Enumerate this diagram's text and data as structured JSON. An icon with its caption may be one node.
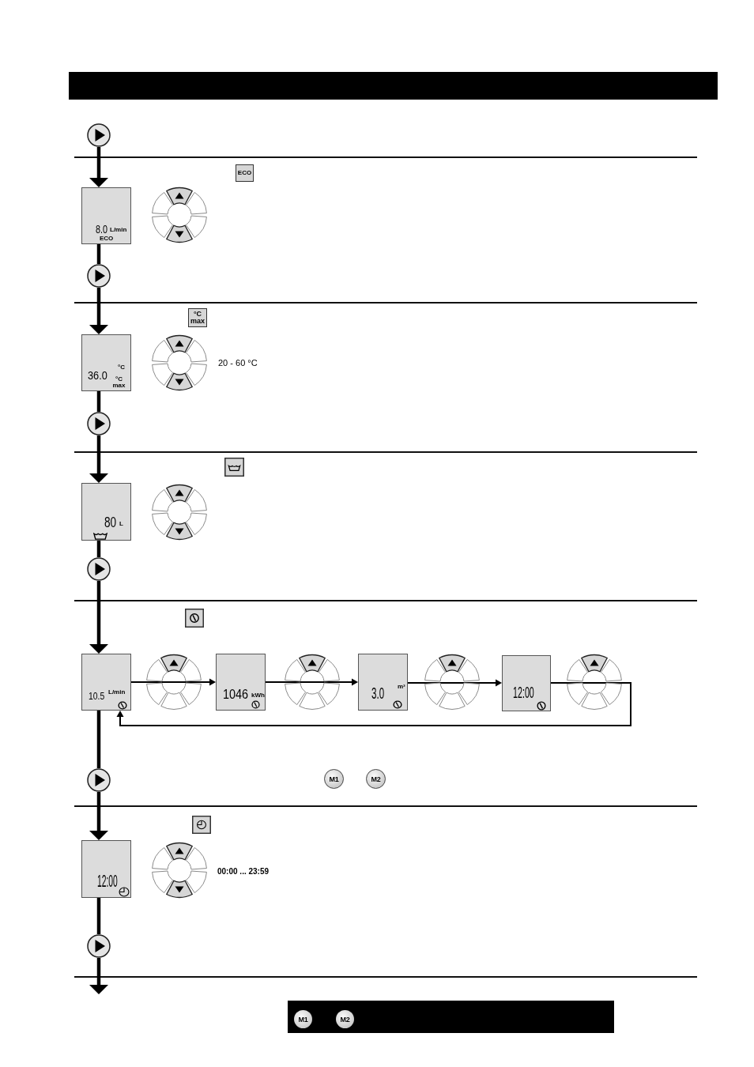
{
  "diagram": {
    "nodes": [
      {
        "text": [],
        "shape": "circle"
      },
      {
        "text": [
          "ECO"
        ]
      },
      {
        "text": [
          "8.0",
          "L/min",
          "ECO"
        ]
      },
      {
        "text": [],
        "shape": "circle"
      },
      {
        "text": [
          "°C max"
        ]
      },
      {
        "text": [
          "36.0",
          "°C",
          "°C max"
        ]
      },
      {
        "text": [],
        "shape": "circle"
      },
      {
        "text": [
          "80",
          "L"
        ]
      },
      {
        "text": [],
        "shape": "circle"
      },
      {
        "text": [
          "10.5",
          "L/min"
        ]
      },
      {
        "text": [
          "1046",
          "kWh"
        ]
      },
      {
        "text": [
          "3.0",
          "m³"
        ]
      },
      {
        "text": [
          "12:00"
        ]
      },
      {
        "text": [],
        "shape": "circle"
      },
      {
        "text": [
          "M1"
        ]
      },
      {
        "text": [
          "M2"
        ]
      },
      {
        "text": [
          "12:00"
        ]
      },
      {
        "text": [],
        "shape": "circle"
      },
      {
        "text": [],
        "shape": "bar"
      },
      {
        "text": [
          "M1"
        ],
        "in": 18
      },
      {
        "text": [
          "M2"
        ],
        "in": 18
      }
    ],
    "edges": [
      {
        "from": 0,
        "to": 2,
        "arrow": "to"
      },
      {
        "from": 2,
        "to": 3,
        "arrow": "none"
      },
      {
        "from": 3,
        "to": 5,
        "arrow": "to"
      },
      {
        "from": 5,
        "to": 6,
        "arrow": "none"
      },
      {
        "from": 6,
        "to": 7,
        "arrow": "to"
      },
      {
        "from": 7,
        "to": 8,
        "arrow": "none"
      },
      {
        "from": 8,
        "to": 9,
        "arrow": "to"
      },
      {
        "from": 9,
        "to": 10,
        "arrow": "to"
      },
      {
        "from": 10,
        "to": 11,
        "arrow": "to"
      },
      {
        "from": 11,
        "to": 12,
        "arrow": "to"
      },
      {
        "from": 12,
        "to": 9,
        "arrow": "to"
      },
      {
        "from": 9,
        "to": 13,
        "arrow": "none"
      },
      {
        "from": 13,
        "to": 16,
        "arrow": "to"
      },
      {
        "from": 16,
        "to": 17,
        "arrow": "none"
      },
      {
        "from": 17,
        "to": null,
        "arrow": "to"
      }
    ],
    "labels": [
      "20 - 60 °C",
      "00:00 ... 23:59"
    ]
  }
}
